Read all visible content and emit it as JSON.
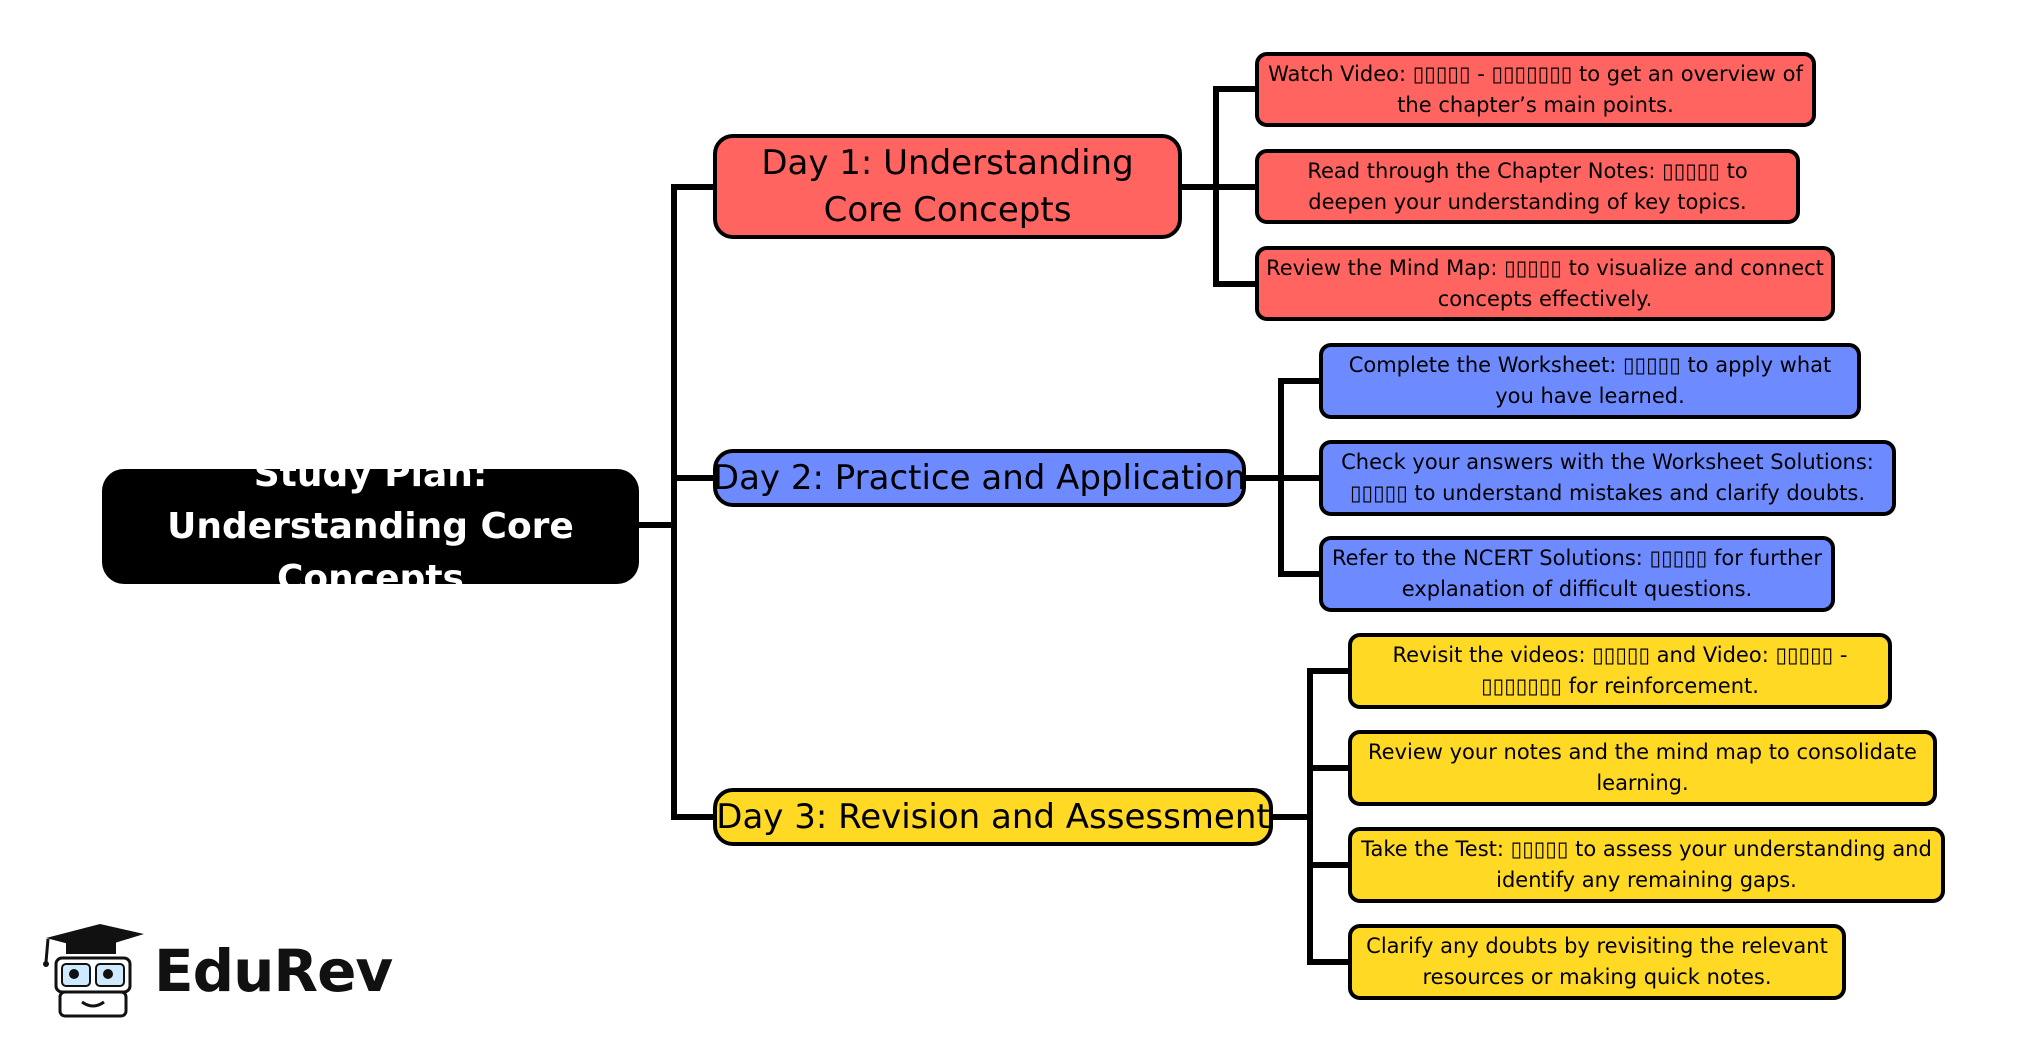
{
  "root": {
    "title": "Study Plan: Understanding Core Concepts"
  },
  "days": [
    {
      "label": "Day 1: Understanding Core Concepts",
      "color": "#ff6461",
      "tasks": [
        "Watch Video: ▯▯▯▯▯ - ▯▯▯▯▯▯▯ to get an overview of the chapter’s main points.",
        "Read through the Chapter Notes: ▯▯▯▯▯ to deepen your understanding of key topics.",
        "Review the Mind Map: ▯▯▯▯▯ to visualize and connect concepts effectively."
      ]
    },
    {
      "label": "Day 2: Practice and Application",
      "color": "#6d8bff",
      "tasks": [
        "Complete the Worksheet: ▯▯▯▯▯ to apply what you have learned.",
        "Check your answers with the Worksheet Solutions: ▯▯▯▯▯ to understand mistakes and clarify doubts.",
        "Refer to the NCERT Solutions: ▯▯▯▯▯ for further explanation of difficult questions."
      ]
    },
    {
      "label": "Day 3: Revision and Assessment",
      "color": "#ffd924",
      "tasks": [
        "Revisit the videos: ▯▯▯▯▯ and Video: ▯▯▯▯▯ - ▯▯▯▯▯▯▯ for reinforcement.",
        "Review your notes and the mind map to consolidate learning.",
        "Take the Test: ▯▯▯▯▯ to assess your understanding and identify any remaining gaps.",
        "Clarify any doubts by revisiting the relevant resources or making quick notes."
      ]
    }
  ],
  "logo": {
    "text": "EduRev",
    "icon": "graduation-mascot-icon"
  }
}
